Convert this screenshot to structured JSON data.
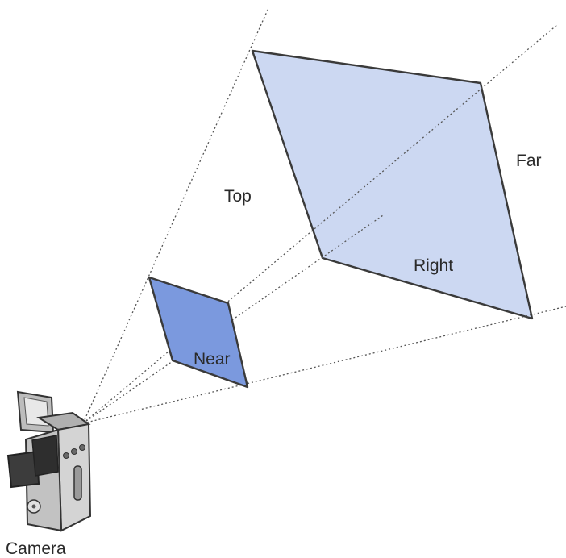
{
  "labels": {
    "top": "Top",
    "far": "Far",
    "right": "Right",
    "near": "Near",
    "camera": "Camera"
  },
  "colors": {
    "far_plane_fill": "#ccd8f2",
    "near_plane_fill": "#7b99de",
    "edge": "#3a3a3a",
    "frustum_line": "#555555",
    "camera_body": "#c9c9c9",
    "camera_dark": "#3c3c3c"
  },
  "icons": {
    "camera": "camera-icon"
  }
}
